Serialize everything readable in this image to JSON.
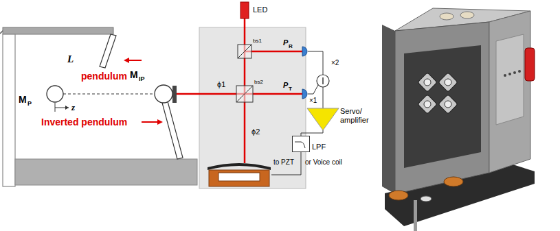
{
  "diagram": {
    "nodes": [
      {
        "text": [
          "LED"
        ]
      },
      {
        "text": [
          "Servo/ amplifier"
        ]
      },
      {
        "text": [
          "LPF"
        ]
      }
    ],
    "edges": [
      {
        "from": 1,
        "to": 2,
        "arrow": "none"
      }
    ],
    "labels": [
      "L",
      "pendulum",
      "M",
      "IP",
      "M",
      "P",
      "z",
      "Inverted pendulum",
      "bs1",
      "bs2",
      "P",
      "R",
      "P",
      "T",
      "×2",
      "×1",
      "ϕ1",
      "ϕ2",
      "to PZT",
      "or Voice coil"
    ]
  }
}
